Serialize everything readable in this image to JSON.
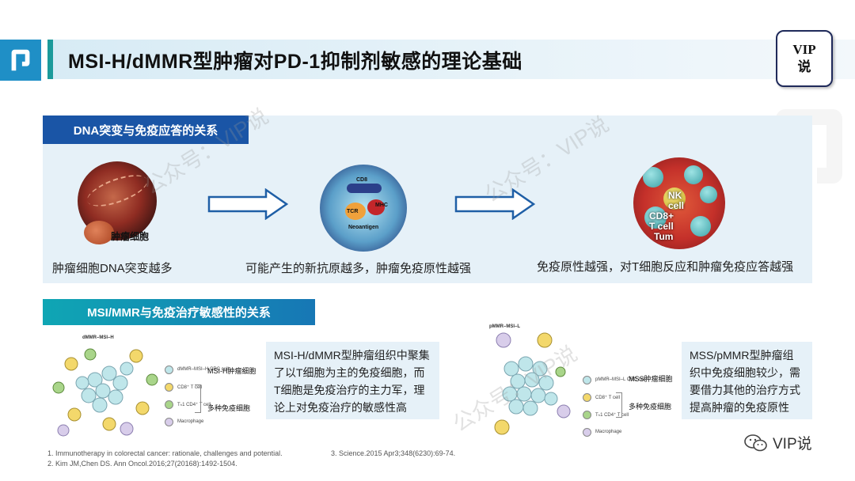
{
  "title": "MSI-H/dMMR型肿瘤对PD-1抑制剂敏感的理论基础",
  "badge": {
    "line1": "VIP",
    "line2": "说"
  },
  "section1": {
    "tag": "DNA突变与免疫应答的关系",
    "figure1": {
      "label": "肿瘤细胞"
    },
    "figure2": {
      "labels": {
        "cd8": "CD8",
        "tcr": "TCR",
        "mhc": "MHC",
        "neo": "Neoantigen"
      }
    },
    "figure3": {
      "labels": {
        "nk1": "NK",
        "nk2": "cell",
        "t1": "CD8+",
        "t2": "T cell",
        "t3": "Tum"
      }
    },
    "captions": [
      "肿瘤细胞DNA突变越多",
      "可能产生的新抗原越多，肿瘤免疫原性越强",
      "免疫原性越强，对T细胞反应和肿瘤免疫应答越强"
    ]
  },
  "section2": {
    "tag": "MSI/MMR与免疫治疗敏感性的关系",
    "left": {
      "fig_title": "dMMR–MSI–H",
      "legend": [
        "dMMR–MSI–H CRC cell",
        "CD8⁺ T cell",
        "Tₕ1 CD4⁺ T cell",
        "Macrophage"
      ],
      "label_tumor": "MSI-H肿瘤细胞",
      "label_immune": "多种免疫细胞",
      "text": "MSI-H/dMMR型肿瘤组织中聚集了以T细胞为主的免疫细胞，而T细胞是免疫治疗的主力军，理论上对免疫治疗的敏感性高"
    },
    "right": {
      "fig_title": "pMMR–MSI–L",
      "legend": [
        "pMMR–MSI–L CRC cell",
        "CD8⁺ T cell",
        "Tₕ1 CD4⁺ T cell",
        "Macrophage"
      ],
      "label_tumor": "MSS肿瘤细胞",
      "label_immune": "多种免疫细胞",
      "text": "MSS/pMMR型肿瘤组织中免疫细胞较少，需要借力其他的治疗方式提高肿瘤的免疫原性"
    }
  },
  "references": [
    "1. Immunotherapy in colorectal cancer: rationale, challenges and potential.",
    "2. Kim JM,Chen DS. Ann Oncol.2016;27(20168):1492-1504.",
    "3. Science.2015 Apr3;348(6230):69-74."
  ],
  "wechat": "VIP说",
  "watermark": "公众号：VIP说",
  "colors": {
    "title_bar": "#d7ebf5",
    "accent": "#1b9a9b",
    "tag1": "#1a55a6",
    "tag2": "#0fa6b4",
    "panel": "#e6f1f8",
    "arrow": "#1f5fa6"
  }
}
